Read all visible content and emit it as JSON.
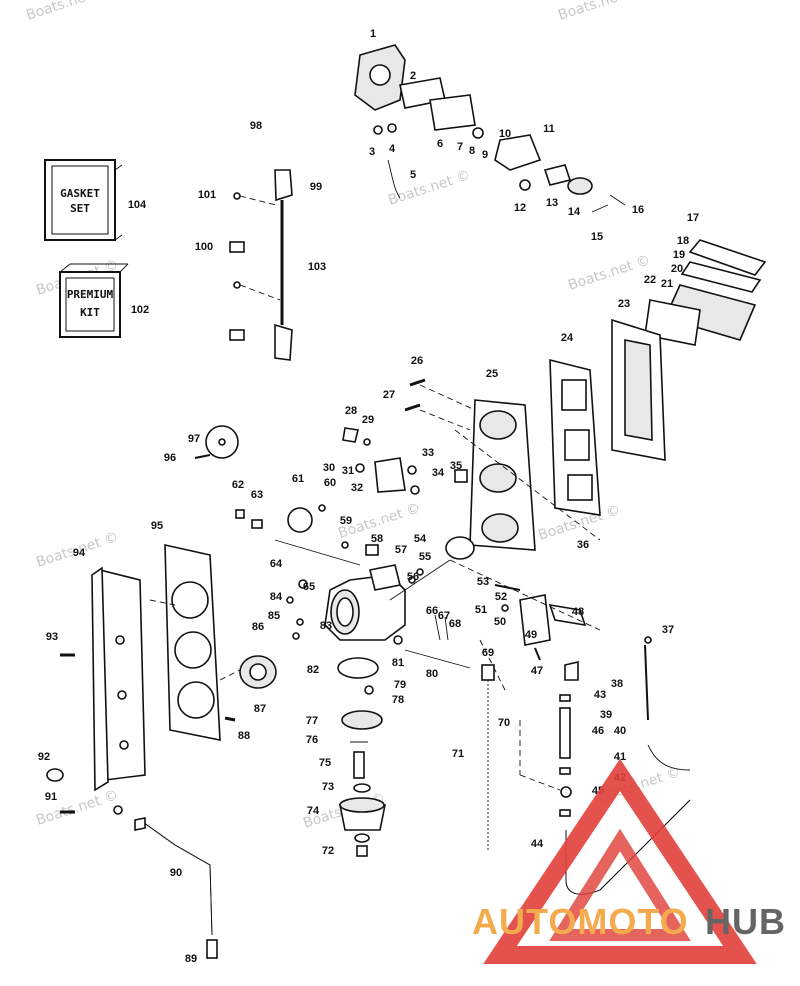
{
  "watermark": "Boats.net ©",
  "logo": {
    "text_a": "AUTOMOTO",
    "text_b": "HUB",
    "color_a": "#f2a33a",
    "color_b": "#555555",
    "triangle_color": "#e0403a"
  },
  "boxes": {
    "gasket": {
      "line1": "GASKET",
      "line2": "SET"
    },
    "kit": {
      "line1": "PREMIUM",
      "line2": "KIT"
    }
  },
  "part_numbers": [
    "1",
    "2",
    "3",
    "4",
    "5",
    "6",
    "7",
    "8",
    "9",
    "10",
    "11",
    "12",
    "13",
    "14",
    "15",
    "16",
    "17",
    "18",
    "19",
    "20",
    "21",
    "22",
    "23",
    "24",
    "25",
    "26",
    "27",
    "28",
    "29",
    "30",
    "31",
    "32",
    "33",
    "34",
    "35",
    "36",
    "37",
    "38",
    "39",
    "40",
    "41",
    "42",
    "43",
    "44",
    "45",
    "46",
    "47",
    "48",
    "49",
    "50",
    "51",
    "52",
    "53",
    "54",
    "55",
    "56",
    "57",
    "58",
    "59",
    "60",
    "61",
    "62",
    "63",
    "64",
    "65",
    "66",
    "67",
    "68",
    "69",
    "70",
    "71",
    "72",
    "73",
    "74",
    "75",
    "76",
    "77",
    "78",
    "79",
    "80",
    "81",
    "82",
    "83",
    "84",
    "85",
    "86",
    "87",
    "88",
    "89",
    "90",
    "91",
    "92",
    "93",
    "94",
    "95",
    "96",
    "97",
    "98",
    "99",
    "100",
    "101",
    "102",
    "103",
    "104"
  ]
}
